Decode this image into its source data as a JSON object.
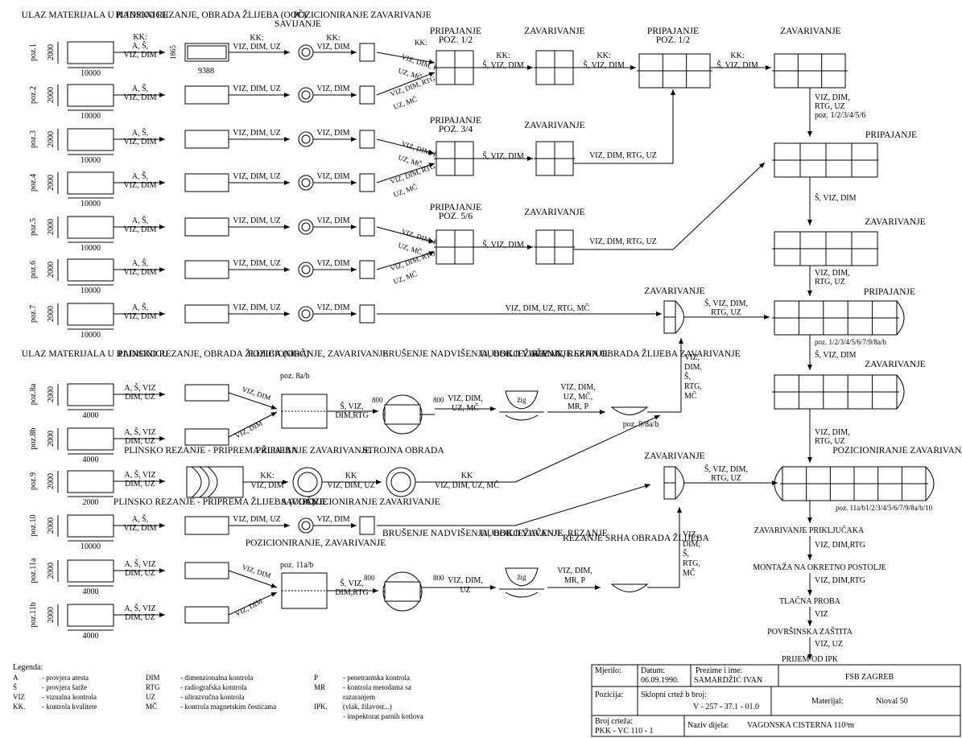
{
  "headers": {
    "ulaz": "ULAZ MATERIJALA U RADIONICU",
    "plinsko": "PLINSKO REZANJE, OBRADA ŽLIJEBA (OOČ)",
    "savijanje": "SAVIJANJE",
    "pozicioniranje": "POZICIONIRANJE ZAVARIVANJE",
    "pripajanje": "PRIPAJANJE",
    "zavarivanje": "ZAVARIVANJE",
    "poz_12": "POZ. 1/2",
    "poz_34": "POZ. 3/4",
    "poz_56": "POZ. 5/6",
    "pozicioniranje_zavarivanje": "POZICIONIRANJE, ZAVARIVANJE",
    "poz_8ab": "poz. 8a/b",
    "poz_11ab": "poz. 11a/b",
    "brusenje": "BRUŠENJE NADVIŠENJA, OBILJEŽAVANJE, REZANJE",
    "duboko": "DUBOKO VUČENJE",
    "rezanje_srha": "REZANJE SRHA OBRADA ŽLIJEBA ZAVARIVANJE",
    "rezanje_srha2": "REZANJE SRHA OBRADA ŽLIJEBA",
    "plinsko_priprema": "PLINSKO REZANJE - PRIPREMA ŽLIJEBA",
    "plinsko_priprema2": "PLINSKO REZANJE - PRIPREMA ŽLIJEBA (OOČ)",
    "pripajanje_zavarivanje": "PRIPAJANJE ZAVARIVANJE",
    "strojna": "STROJNA OBRADA",
    "poz_98ab": "poz. 9/8a/b",
    "zig": "žig",
    "pozicioniranje_zav_end": "POZICIONIRANJE ZAVARIVANJE"
  },
  "rows": [
    {
      "pos": "poz.1",
      "height": "2000",
      "length": "10000"
    },
    {
      "pos": "poz.2",
      "height": "2000",
      "length": "10000"
    },
    {
      "pos": "poz.3",
      "height": "2000",
      "length": "10000"
    },
    {
      "pos": "poz.4",
      "height": "2000",
      "length": "10000"
    },
    {
      "pos": "poz.5",
      "height": "2000",
      "length": "10000"
    },
    {
      "pos": "poz.6",
      "height": "2000",
      "length": "10000"
    },
    {
      "pos": "poz.7",
      "height": "2000",
      "length": "10000"
    },
    {
      "pos": "poz.8a",
      "height": "2000",
      "length": "4000"
    },
    {
      "pos": "poz.8b",
      "height": "2000",
      "length": "4000"
    },
    {
      "pos": "poz.9",
      "height": "2000",
      "length": "2000"
    },
    {
      "pos": "poz.10",
      "height": "2000",
      "length": "10000"
    },
    {
      "pos": "poz.11a",
      "height": "2000",
      "length": "4000"
    },
    {
      "pos": "poz.11b",
      "height": "2000",
      "length": "4000"
    }
  ],
  "dims": {
    "d1865": "1865",
    "d9388": "9388",
    "d800": "800"
  },
  "labels": {
    "kk_as_viz_dim": [
      "KK:",
      "A, Š,",
      "VIZ, DIM"
    ],
    "as_viz_dim": [
      "A, Š,",
      "VIZ, DIM"
    ],
    "as_viz_dim_uz": [
      "A, Š, VIZ",
      "DIM, UZ"
    ],
    "kk_viz_dim_uz": [
      "KK:",
      "VIZ, DIM, UZ"
    ],
    "viz_dim_uz": "VIZ, DIM, UZ",
    "kk_viz_dim": [
      "KK:",
      "VIZ, DIM"
    ],
    "viz_dim": "VIZ, DIM",
    "kk_viz_dim_rtg": [
      "KK:",
      "VIZ, DIM, RTG"
    ],
    "viz_dim_rtg": "VIZ, DIM, RTG",
    "uz_mc": "UZ, MČ",
    "kk_s_viz_dim": [
      "KK:",
      "Š, VIZ, DIM"
    ],
    "s_viz_dim": "Š, VIZ, DIM",
    "viz_dim_rtg_uz": "VIZ, DIM, RTG, UZ",
    "viz_dim_rtg_uz_12": [
      "VIZ, DIM,",
      "RTG, UZ",
      "poz. 1/2/3/4/5/6"
    ],
    "viz_dim_rtg_uz_v": [
      "VIZ, DIM,",
      "RTG, UZ"
    ],
    "viz_dim_uz_rtg_mc": "VIZ, DIM, UZ, RTG, MČ",
    "s_viz_dim_rtg_uz": [
      "Š, VIZ, DIM,",
      "RTG, UZ"
    ],
    "poz_1_8ab": "poz. 1/2/3/4/5/6/7/9/8a/b",
    "s_viz_dim_rtg": [
      "Š, VIZ,",
      "DIM,RTG"
    ],
    "viz_dim_uz_mc": [
      "VIZ, DIM,",
      "UZ, MČ"
    ],
    "viz_dim_uz_mc_mr_p": [
      "VIZ, DIM,",
      "UZ, MČ,",
      "MR, P"
    ],
    "viz_dim_s_rtg_mc": [
      "VIZ,",
      "DIM,",
      "Š,",
      "RTG,",
      "MČ"
    ],
    "kk_viz_dim_uz_mc": [
      "KK",
      "VIZ, DIM, UZ, MČ"
    ],
    "kk_viz_dim_uz2": [
      "KK",
      "VIZ, DIM, UZ"
    ],
    "viz_dim_uz2": [
      "VIZ, DIM,",
      "UZ"
    ],
    "viz_dim_mr_p": [
      "VIZ, DIM,",
      "MR, P"
    ],
    "poz_end": "poz. 11a/b1/2/3/4/5/6/7/9/8a/b/10",
    "zav_prik": "ZAVARIVANJE PRIKLJUČAKA",
    "viz_dimrtg": "VIZ, DIM,RTG",
    "montaza": "MONTAŽA NA OKRETNO POSTOLJE",
    "tlacna": "TLAČNA PROBA",
    "viz": "VIZ",
    "povrsinska": "POVRŠINSKA ZAŠTITA",
    "viz_uz": "VIZ, UZ",
    "prijem": "PRIJEM OD IPK"
  },
  "legend": {
    "title": "Legenda:",
    "col1": [
      [
        "A",
        "- provjera atesta"
      ],
      [
        "Š",
        "- provjera šarže"
      ],
      [
        "VIZ",
        "- vizualna kontrola"
      ],
      [
        "KK.",
        "- kontrola kvalitete"
      ]
    ],
    "col2": [
      [
        "DIM",
        "- dimenzionalna kontrola"
      ],
      [
        "RTG",
        "- radiografska kontrola"
      ],
      [
        "UZ",
        "- ultrazvučna kontrola"
      ],
      [
        "MČ",
        "- kontrola magnetskim česticama"
      ]
    ],
    "col3": [
      [
        "P",
        "- penetrantska kontrola"
      ],
      [
        "MR",
        "- kontrola metodama sa"
      ],
      [
        "",
        "razaranjem"
      ],
      [
        "IPK.",
        "(vlak, žilavost...)"
      ],
      [
        "",
        "- inspektorat parnih kotlova"
      ]
    ]
  },
  "titleblock": {
    "mjerilo_label": "Mjerilo:",
    "datum_label": "Datum:",
    "datum": "06.09.1990.",
    "prezime_label": "Prezime i ime:",
    "prezime": "SAMARDŽIĆ IVAN",
    "company": "FSB ZAGREB",
    "pozicija_label": "Pozicija:",
    "sklopni_label": "Sklopni crtež b broj:",
    "sklopni": "V - 257 - 37.1 - 01.0",
    "materijal_label": "Materijal:",
    "materijal": "Nioval 50",
    "broj_label": "Broj crteža:",
    "broj": "PKK - VC 110 - 1",
    "naziv_label": "Naziv dijela:",
    "naziv": "VAGONSKA CISTERNA 110³m"
  }
}
